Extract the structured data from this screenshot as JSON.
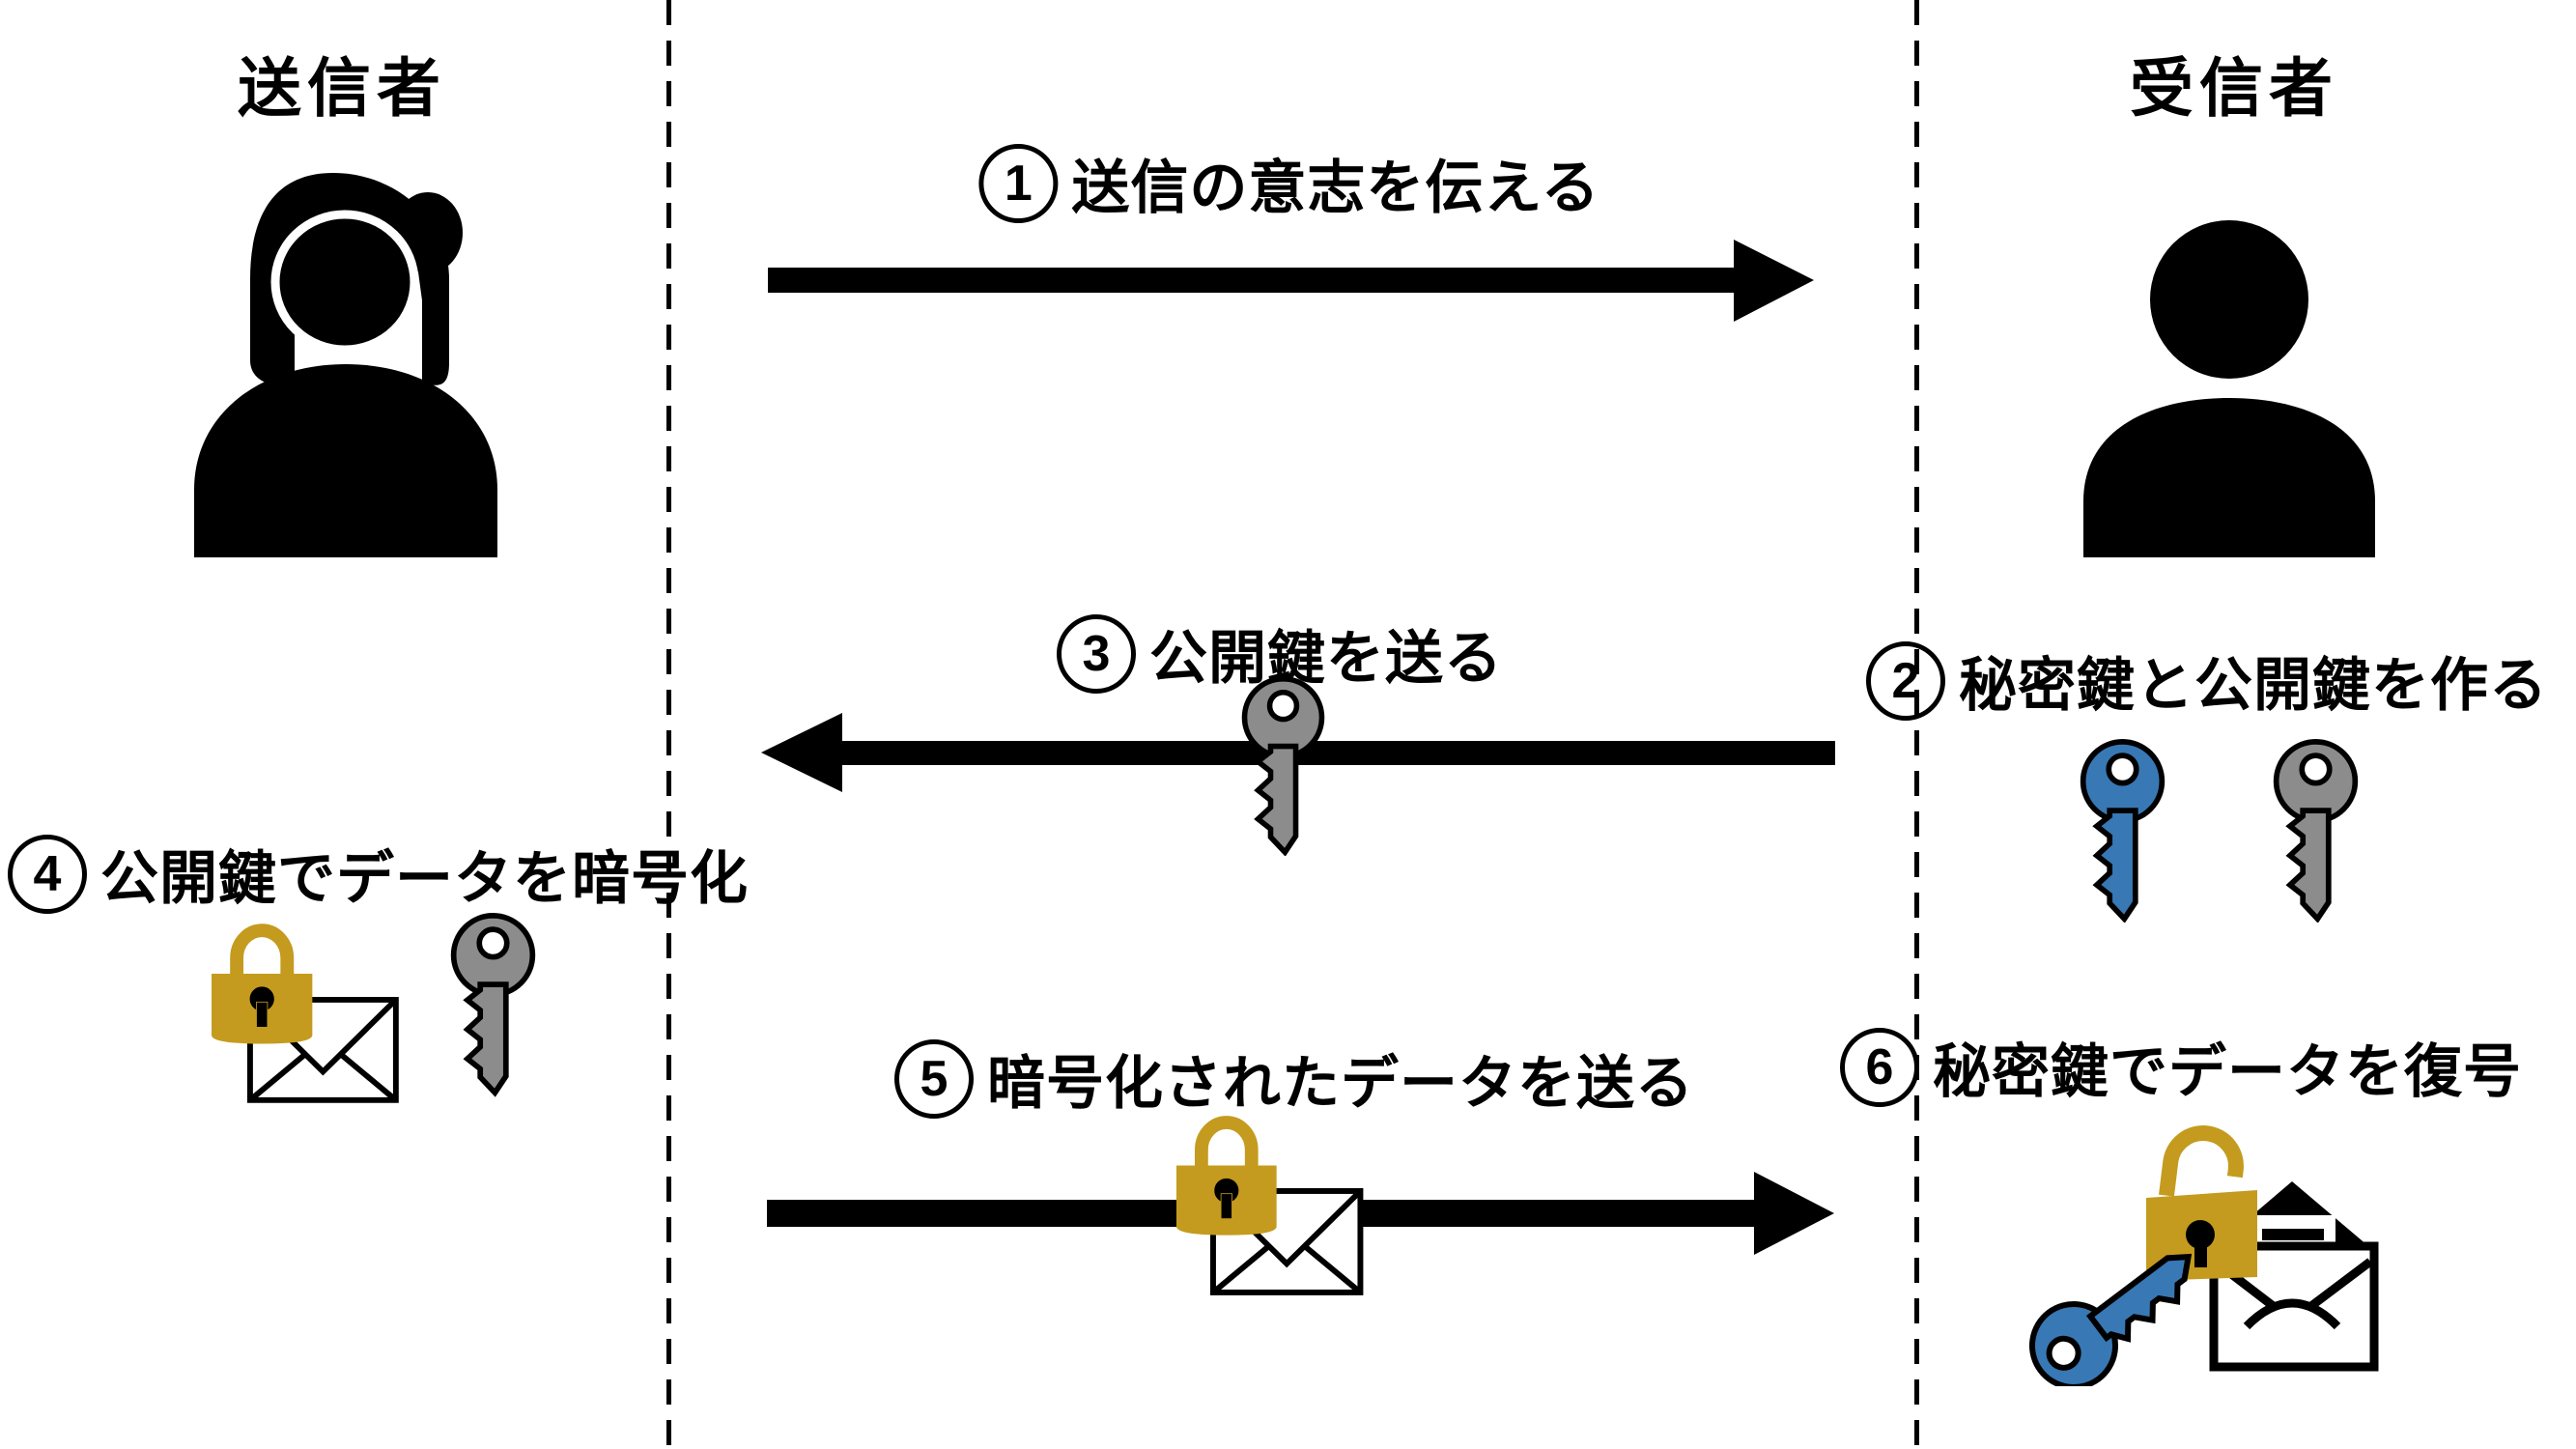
{
  "titles": {
    "sender": "送信者",
    "receiver": "受信者"
  },
  "steps": {
    "s1": {
      "num": "1",
      "label": "送信の意志を伝える",
      "direction": "right"
    },
    "s2": {
      "num": "2",
      "label": "秘密鍵と公開鍵を作る"
    },
    "s3": {
      "num": "3",
      "label": "公開鍵を送る",
      "direction": "left"
    },
    "s4": {
      "num": "4",
      "label": "公開鍵でデータを暗号化"
    },
    "s5": {
      "num": "5",
      "label": "暗号化されたデータを送る",
      "direction": "right"
    },
    "s6": {
      "num": "6",
      "label": "秘密鍵でデータを復号"
    }
  },
  "colors": {
    "ink": "#000000",
    "private_key_blue": "#3878B5",
    "public_key_gray": "#8C8C8C",
    "lock_gold": "#C49B1E"
  },
  "icons": {
    "sender_avatar": "female-person-silhouette",
    "receiver_avatar": "person-silhouette",
    "private_key": "blue-key-icon",
    "public_key": "gray-key-icon",
    "lock_closed": "gold-padlock-icon",
    "lock_open": "gold-open-padlock-icon",
    "envelope": "envelope-icon",
    "envelope_open": "open-envelope-with-letter-icon"
  }
}
